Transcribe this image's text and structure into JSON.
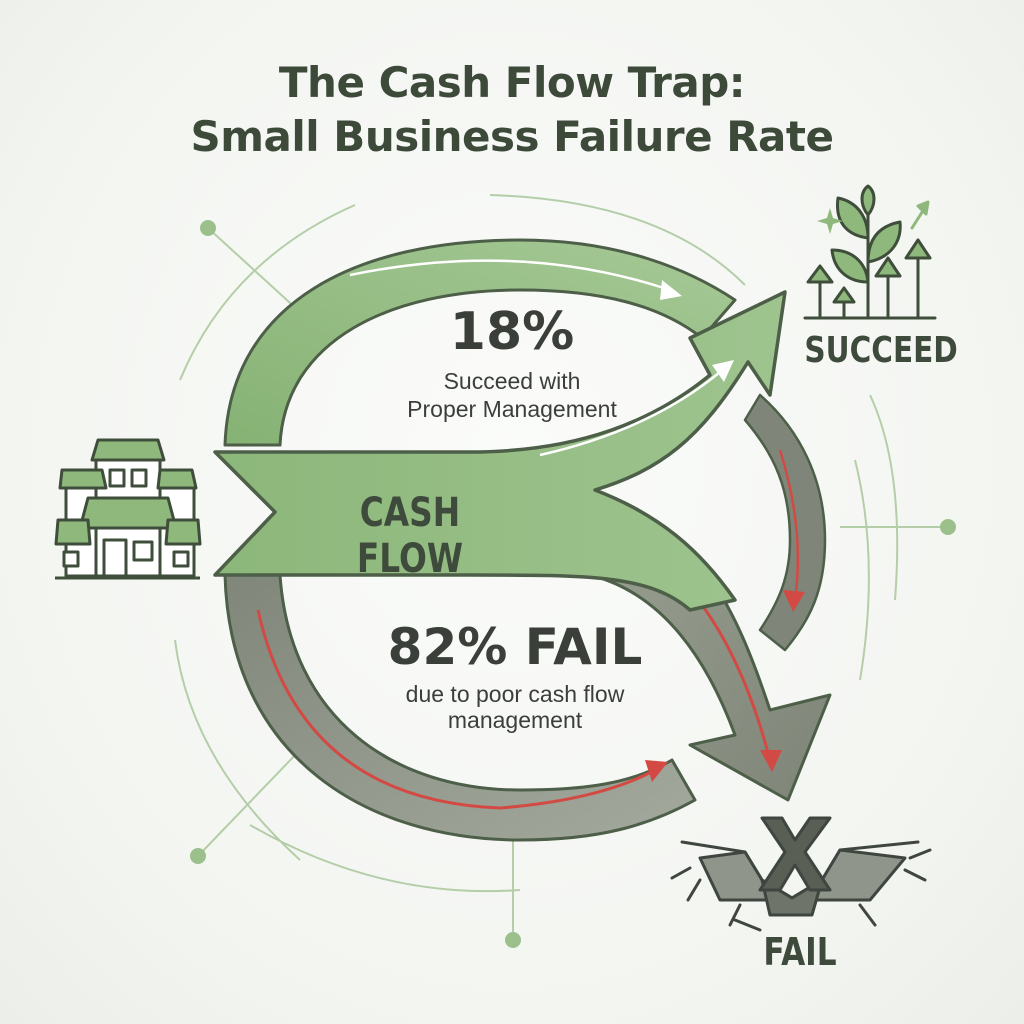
{
  "title": {
    "line1": "The Cash Flow Trap:",
    "line2": "Small Business Failure Rate"
  },
  "success": {
    "percent": "18%",
    "desc_line1": "Succeed with",
    "desc_line2": "Proper Management",
    "label": "SUCCEED"
  },
  "failure": {
    "percent": "82% FAIL",
    "desc_line1": "due to poor cash flow",
    "desc_line2": "management",
    "label": "FAIL"
  },
  "center": {
    "label": "CASH FLOW"
  },
  "icons": {
    "start": "storefront-icon",
    "success": "plant-growth-icon",
    "failure": "cracked-x-icon"
  },
  "colors": {
    "green": "#8fb87d",
    "green_dark": "#4d5f48",
    "gray": "#8b9184",
    "red": "#d24a43",
    "text": "#3b3f3a"
  }
}
